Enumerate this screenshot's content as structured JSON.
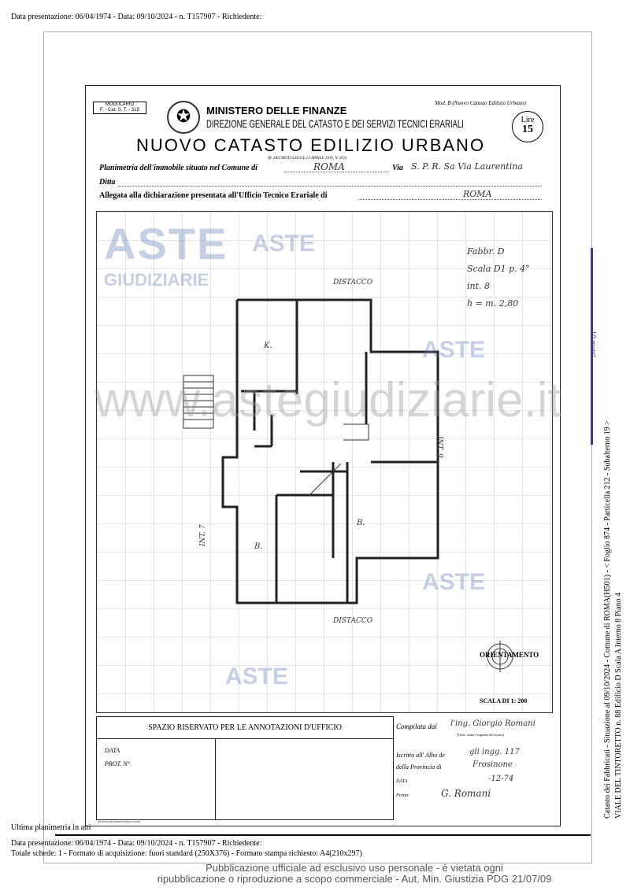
{
  "header_line": "Data presentazione: 06/04/1974 - Data: 09/10/2024 - n. T157907 - Richiedente:",
  "form": {
    "modulario": "MODULARIO\nF. - Cat. S. T. - 315",
    "ministry": "MINISTERO DELLE FINANZE",
    "direction": "DIREZIONE GENERALE DEL CATASTO E DEI SERVIZI TECNICI ERARIALI",
    "mod": "Mod. B (Nuovo Catasto Edilizio Urbano)",
    "lire": "Lire",
    "lire_value": "15",
    "title": "NUOVO CATASTO EDILIZIO URBANO",
    "decree": "(R. DECRETO-LEGGE 13 APRILE 1939, N. 652)",
    "planimetria_label": "Planimetria dell'immobile situato nel Comune di",
    "comune": "ROMA",
    "via_label": "Via",
    "via": "S. P. R. Sa Via Laurentina",
    "ditta_label": "Ditta",
    "allegata_label": "Allegata alla dichiarazione presentata all'Ufficio Tecnico Erariale di",
    "ufficio": "ROMA"
  },
  "plan": {
    "notes": [
      "Fabbr. D",
      "Scala D1 p. 4°",
      "int. 8",
      "h = m. 2,80"
    ],
    "distacco_top": "DISTACCO",
    "distacco_bottom": "DISTACCO",
    "room_k": "K.",
    "room_b1": "B.",
    "room_b2": "B.",
    "int7": "INT. 7",
    "int9": "INT. 9",
    "orientamento": "ORIENTAMENTO",
    "scala": "SCALA DI 1: 200"
  },
  "annotations": {
    "title": "SPAZIO RISERVATO PER LE ANNOTAZIONI D'UFFICIO",
    "data": "DATA",
    "prot": "PROT. N°",
    "compilata_label": "Compilata dal",
    "compilata": "l'ing. Giorgio Romani",
    "compilata_sub": "(Titolo, nome e cognome del tecnico)",
    "iscritto_label": "Iscritto all' Albo de",
    "iscritto": "gli ingg. 117",
    "provincia_label": "della Provincia di",
    "provincia": "Frosinone",
    "data_label": "DATA",
    "data_value": "-12-74",
    "firma_label": "Firma:",
    "firma": "G. Romani",
    "printer": "ISTITUTO POLIGRAFICO DELLO STATO"
  },
  "side": {
    "scale_label": "10 metri",
    "line1": "Catasto dei Fabbricati - Situazione al 09/10/2024 - Comune di ROMA(H501) - < Foglio 874 - Particella 212 - Subalterno 19 >",
    "line2": "VIALE DEL TINTORETTO n. 88 Edificio D Scala A Interno 8 Piano 4"
  },
  "watermarks": {
    "aste": "ASTE",
    "giudiziarie": "GIUDIZIARIE",
    "site": "www.astegiudiziarie.it"
  },
  "footer": {
    "ultima": "Ultima planimetria in atti",
    "line1": "Data presentazione: 06/04/1974 - Data: 09/10/2024 - n. T157907 - Richiedente:",
    "line2": "Totale schede: 1 - Formato di acquisizione: fuori standard (250X376) - Formato stampa richiesto: A4(210x297)",
    "pub1": "Pubblicazione ufficiale ad esclusivo uso personale - è vietata ogni",
    "pub2": "ripubblicazione o riproduzione a scopo commerciale - Aut. Min. Giustizia PDG 21/07/09"
  },
  "colors": {
    "scale_bar": "#3a3f8f",
    "watermark": "#5a78b4"
  }
}
